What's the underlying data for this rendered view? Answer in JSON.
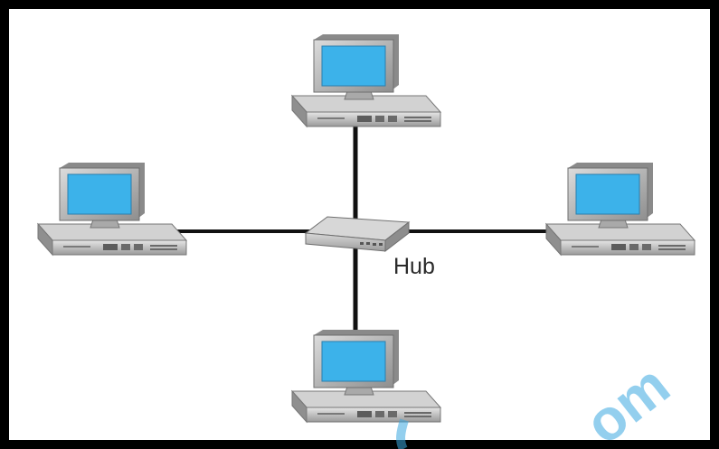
{
  "diagram": {
    "hub_label": "Hub",
    "nodes": [
      "computer-top",
      "computer-left",
      "computer-right",
      "computer-bottom"
    ],
    "links": [
      {
        "from": "hub",
        "to": "computer-top"
      },
      {
        "from": "hub",
        "to": "computer-left"
      },
      {
        "from": "hub",
        "to": "computer-right"
      },
      {
        "from": "hub",
        "to": "computer-bottom"
      }
    ],
    "watermark": "om"
  },
  "colors": {
    "frame": "#000000",
    "cable": "#111111",
    "screen": "#3cb2ea",
    "device_body": "#cfcfcf"
  },
  "icons": {
    "computer": "desktop-computer-icon",
    "hub": "network-hub-icon"
  }
}
